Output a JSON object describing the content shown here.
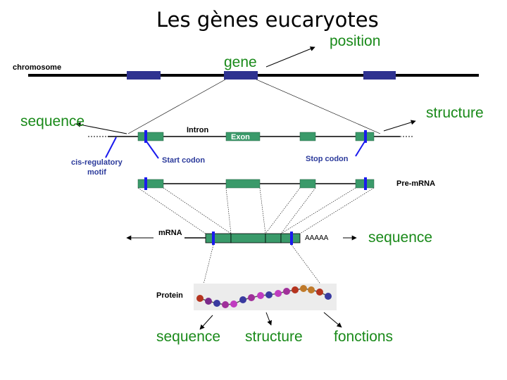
{
  "title": "Les gènes eucaryotes",
  "labels": {
    "position": "position",
    "gene": "gene",
    "chromosome": "chromosome",
    "sequence_left": "sequence",
    "structure_right": "structure",
    "intron": "Intron",
    "exon": "Exon",
    "cis_regulatory": "cis-regulatory",
    "motif": "motif",
    "start_codon": "Start codon",
    "stop_codon": "Stop codon",
    "pre_mrna": "Pre-mRNA",
    "mrna": "mRNA",
    "polya": "AAAAA",
    "sequence_mrna": "sequence",
    "protein": "Protein",
    "sequence_bottom": "sequence",
    "structure_bottom": "structure",
    "fonctions": "fonctions"
  },
  "colors": {
    "green_text": "#1a8a1a",
    "navy_box": "#2e3290",
    "exon_green": "#3a9a6a",
    "codon_blue": "#1a1aee",
    "annotation_navy": "#2b3a9b"
  }
}
